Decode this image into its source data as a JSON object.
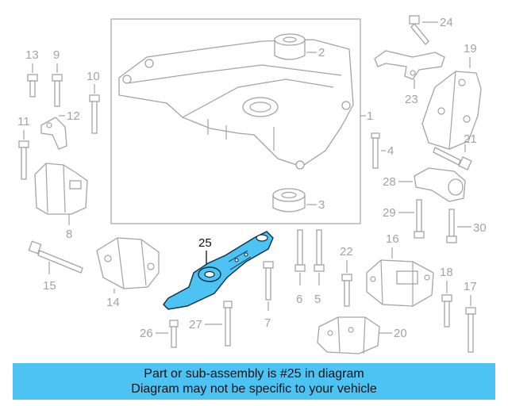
{
  "callouts": {
    "c1": "1",
    "c2": "2",
    "c3": "3",
    "c4": "4",
    "c5": "5",
    "c6": "6",
    "c7": "7",
    "c8": "8",
    "c9": "9",
    "c10": "10",
    "c11": "11",
    "c12": "12",
    "c13": "13",
    "c14": "14",
    "c15": "15",
    "c16": "16",
    "c17": "17",
    "c18": "18",
    "c19": "19",
    "c20": "20",
    "c21": "21",
    "c22": "22",
    "c23": "23",
    "c24": "24",
    "c25": "25",
    "c26": "26",
    "c27": "27",
    "c28": "28",
    "c29": "29",
    "c30": "30"
  },
  "banner": {
    "line1": "Part or sub-assembly is #25 in diagram",
    "line2": "Diagram may not be specific to your vehicle"
  },
  "colors": {
    "highlight_part": "#4cc3f3",
    "banner_background": "#4cc3f3",
    "line_art": "#a3a3a3"
  }
}
